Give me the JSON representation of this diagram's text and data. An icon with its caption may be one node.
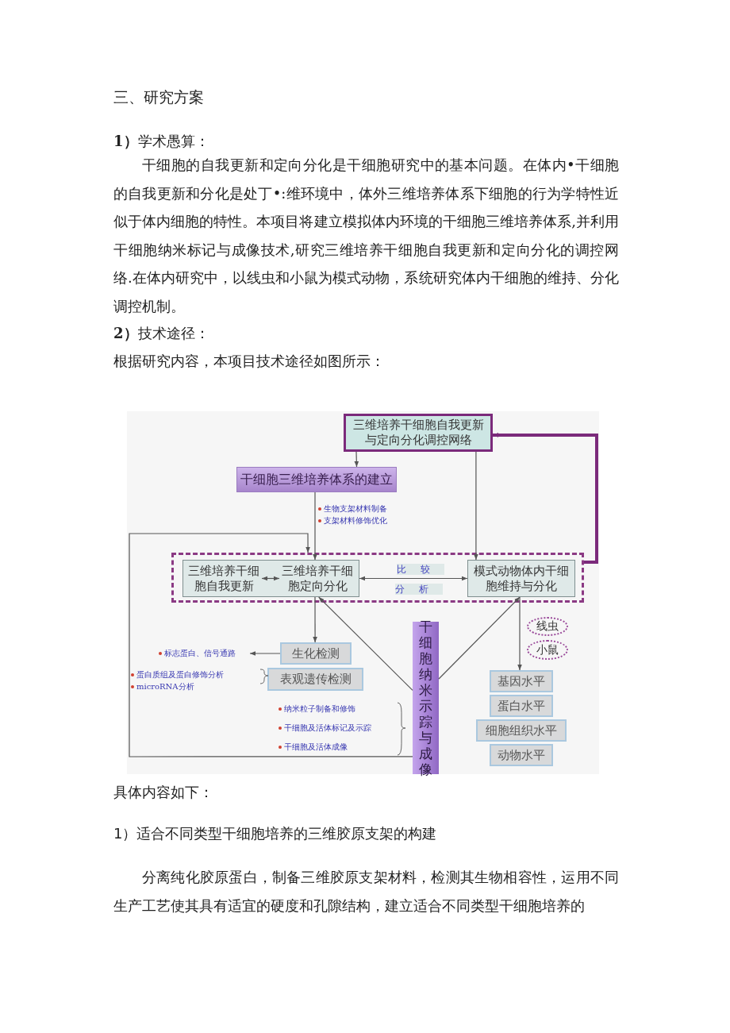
{
  "diagram": {
    "title": "三、研究方案",
    "nodes": [
      {
        "text": [
          "三维培养干细胞自我更新与定向分化调控网络"
        ]
      },
      {
        "text": [
          "干细胞三维培养体系的建立"
        ]
      },
      {
        "text": [],
        "shape": "box"
      },
      {
        "text": [],
        "shape": "box",
        "in": 2
      },
      {
        "text": [
          "三维培养干细胞自我更新"
        ],
        "in": 3
      },
      {
        "text": [
          "三维培养干细胞定向分化"
        ],
        "in": 3
      },
      {
        "text": [
          "模式动物体内干细胞维持与分化"
        ],
        "in": 2
      },
      {
        "text": [
          "生化检测"
        ]
      },
      {
        "text": [
          "表观遗传检测"
        ],
        "beside": [
          "蛋白质组及蛋白修饰分析",
          "microRNA分析"
        ]
      },
      {
        "text": [
          "标志蛋白、信号通路"
        ]
      },
      {
        "text": [
          "干细胞纳米示踪与成像"
        ],
        "beside": [
          "纳米粒子制备和修饰",
          "干细胞及活体标记及示踪",
          "干细胞及活体成像"
        ]
      },
      {
        "text": [
          "线虫"
        ]
      },
      {
        "text": [
          "小鼠"
        ]
      },
      {
        "text": [
          "基因水平"
        ]
      },
      {
        "text": [
          "蛋白水平"
        ]
      },
      {
        "text": [
          "细胞组织水平"
        ]
      },
      {
        "text": [
          "动物水平"
        ]
      }
    ],
    "edges": [
      {
        "from": 0,
        "to": 1,
        "arrow": "to"
      },
      {
        "from": 0,
        "to": 6,
        "arrow": "to"
      },
      {
        "from": 2,
        "to": 0,
        "arrow": "to",
        "style": "thick",
        "color": "#7b2a7b"
      },
      {
        "from": 1,
        "to": 3,
        "arrow": "to"
      },
      {
        "from": 4,
        "to": 5,
        "arrow": "both"
      },
      {
        "from": 3,
        "to": 6,
        "arrow": "both",
        "label": "比较"
      },
      {
        "from": 10,
        "to": 2,
        "arrow": "to"
      },
      {
        "from": 3,
        "to": 7,
        "arrow": "to"
      },
      {
        "from": 10,
        "to": 3,
        "arrow": "to"
      },
      {
        "from": 10,
        "to": 6,
        "arrow": "to"
      },
      {
        "from": 6,
        "to": 13,
        "arrow": "to"
      },
      {
        "from": 7,
        "to": 9,
        "arrow": "to"
      }
    ],
    "labels": [
      "**1）**学术愚算：",
      "干细胞的自我更新和定向分化是干细胞研究中的基本问题。在体内•干细胞的自我更新和分化是处丁•:维环境中，体外三维培养体系下细胞的行为学特性近似于体内细胞的特性。本项目将建立模拟体内环境的干细胞三维培养体系,并利用干细胞纳米标记与成像技术,研究三维培养干细胞自我更新和定向分化的调控网络.在体内研究中，以线虫和小鼠为模式动物，系统研究体内干细胞的维持、分化调控机制。",
      "**2）**技术途径：",
      "根据研究内容，本项目技术途径如图所示：",
      "生物支架材料制备",
      "支架材料修饰优化",
      "分析",
      "具体内容如下：",
      "1）适合不同类型干细胞培养的三维胶原支架的构建",
      "分离纯化胶原蛋白，制备三维胶原支架材料，检测其生物相容性，运用不同生产工艺使其具有适宜的硬度和孔隙结构，建立适合不同类型干细胞培养的"
    ]
  }
}
